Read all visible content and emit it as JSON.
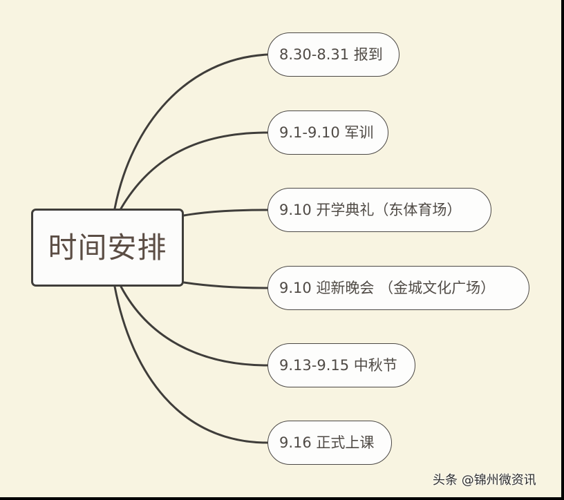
{
  "diagram": {
    "type": "mind-map",
    "central_topic": "时间安排",
    "branches": [
      {
        "label": "8.30-8.31 报到",
        "date": "8.30-8.31",
        "event": "报到"
      },
      {
        "label": "9.1-9.10 军训",
        "date": "9.1-9.10",
        "event": "军训"
      },
      {
        "label": "9.10 开学典礼（东体育场）",
        "date": "9.10",
        "event": "开学典礼（东体育场）"
      },
      {
        "label": "9.10 迎新晚会 （金城文化广场）",
        "date": "9.10",
        "event": "迎新晚会 （金城文化广场）"
      },
      {
        "label": "9.13-9.15 中秋节",
        "date": "9.13-9.15",
        "event": "中秋节"
      },
      {
        "label": "9.16 正式上课",
        "date": "9.16",
        "event": "正式上课"
      }
    ]
  },
  "watermark": "头条 @锦州微资讯",
  "colors": {
    "background": "#f8f4e1",
    "node_fill": "#fdfdfc",
    "line": "#3f3d3a",
    "central_text": "#5b4d44",
    "branch_text": "#4f4a45"
  }
}
